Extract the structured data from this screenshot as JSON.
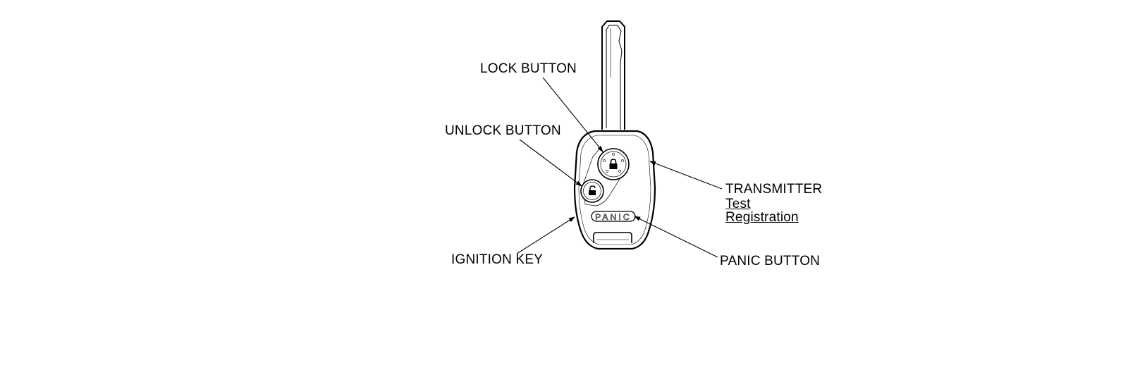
{
  "labels": {
    "lock_button": "LOCK BUTTON",
    "unlock_button": "UNLOCK BUTTON",
    "transmitter": "TRANSMITTER",
    "ignition_key": "IGNITION KEY",
    "panic_button": "PANIC BUTTON",
    "panic_text": "PANIC"
  },
  "links": {
    "test": "Test",
    "registration": "Registration"
  },
  "icons": [
    "lock-icon",
    "unlock-icon"
  ]
}
